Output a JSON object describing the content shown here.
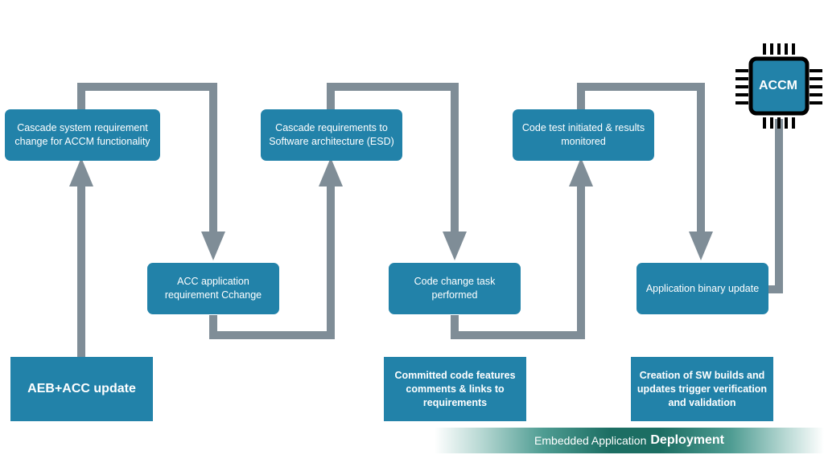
{
  "steps": {
    "cascade_system": "Cascade system requirement change for ACCM functionality",
    "acc_application": "ACC application requirement Cchange",
    "cascade_software": "Cascade requirements to Software architecture (ESD)",
    "code_change": "Code change task performed",
    "code_test": "Code test initiated & results monitored",
    "binary_update": "Application binary update"
  },
  "callouts": {
    "aeb_acc": "AEB+ACC update",
    "committed_code": "Committed code features comments & links to requirements",
    "sw_builds": "Creation of SW builds and updates trigger verification and validation"
  },
  "chip": {
    "label": "ACCM"
  },
  "banner": {
    "prefix": "Embedded Application",
    "emphasis": "Deployment"
  },
  "colors": {
    "box": "#2282a9",
    "connector": "#7f8d97",
    "chip_outline": "#000000",
    "banner": "#1c6e63"
  },
  "icons": {
    "chip": "microchip-icon"
  }
}
